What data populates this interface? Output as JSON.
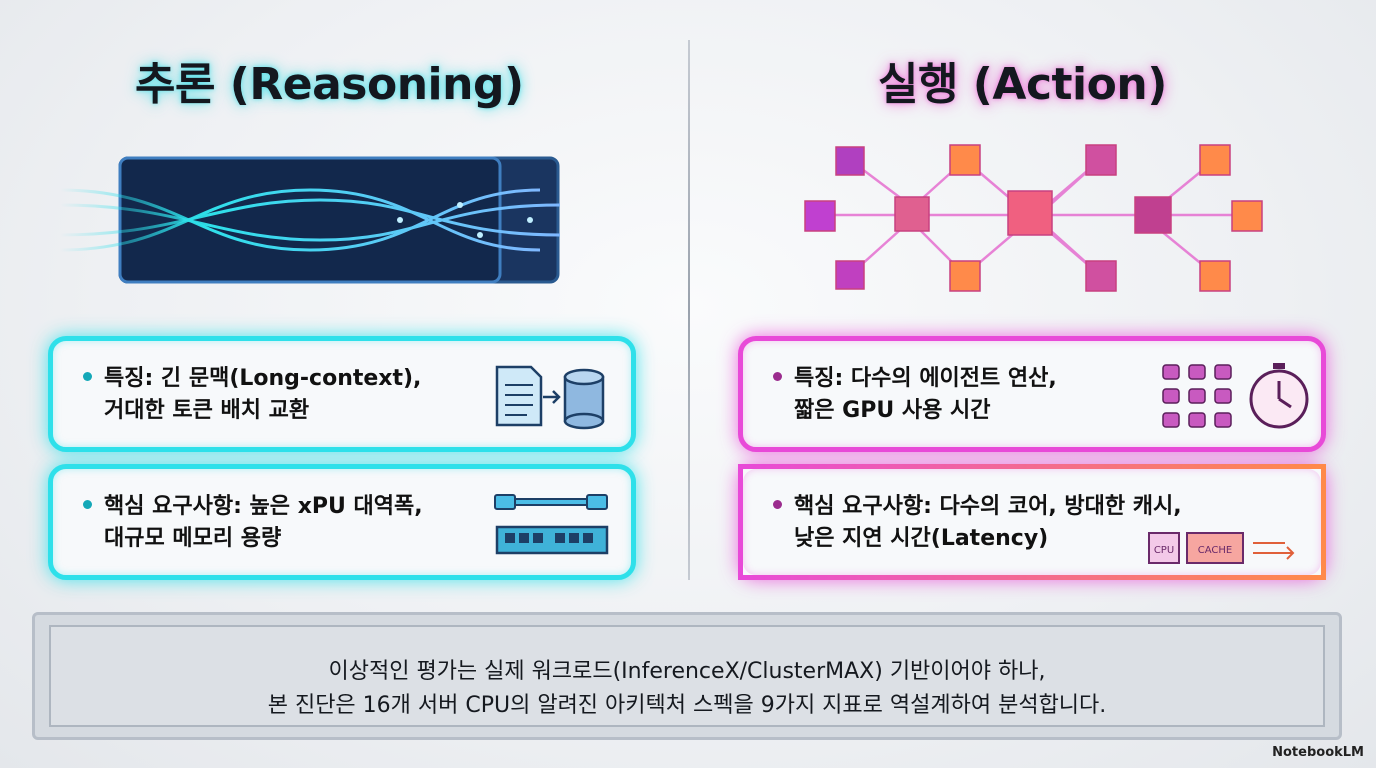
{
  "left": {
    "title": "추론 (Reasoning)",
    "card1": {
      "line1": "특징: 긴 문맥(Long-context),",
      "line2": "거대한 토큰 배치 교환",
      "icon": "document-to-database-icon"
    },
    "card2": {
      "line1": "핵심 요구사항: 높은 xPU 대역폭,",
      "line2": "대규모 메모리 용량",
      "icon": "cable-and-memory-icon"
    }
  },
  "right": {
    "title": "실행 (Action)",
    "card1": {
      "line1": "특징: 다수의 에이전트 연산,",
      "line2": "짧은 GPU 사용 시간",
      "icon": "robots-and-stopwatch-icon"
    },
    "card2": {
      "line1": "핵심 요구사항: 다수의 코어, 방대한 캐시,",
      "line2": "낮은 지연 시간(Latency)",
      "icon": "cpu-cache-arrow-icon",
      "cpu_label": "CPU",
      "cache_label": "CACHE"
    }
  },
  "footer": {
    "line1": "이상적인 평가는 실제 워크로드(InferenceX/ClusterMAX) 기반이어야 하나,",
    "line2": "본 진단은 16개 서버 CPU의 알려진 아키텍처 스펙을 9가지 지표로 역설계하여 분석합니다."
  },
  "brand": "NotebookLM",
  "colors": {
    "cyan": "#2ee0ea",
    "magenta": "#e84ad8",
    "orange": "#ff8a4a"
  }
}
